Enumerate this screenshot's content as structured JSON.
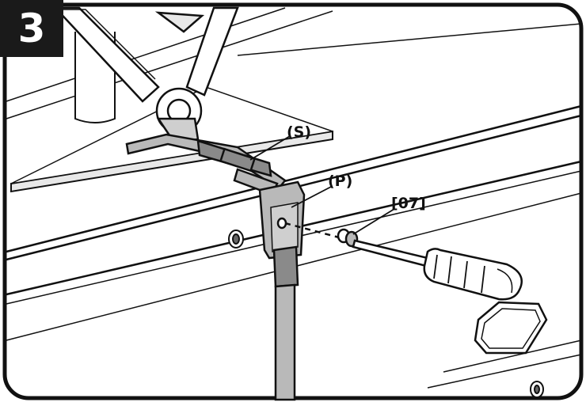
{
  "step": {
    "number": "3"
  },
  "labels": {
    "strap": "(S)",
    "plate": "(P)",
    "screw": "[07]"
  },
  "colors": {
    "line": "#111111",
    "surface": "#ffffff",
    "part_fill": "#b9b9b9",
    "part_dark": "#8a8a8a",
    "badge": "#1a1a1a"
  }
}
